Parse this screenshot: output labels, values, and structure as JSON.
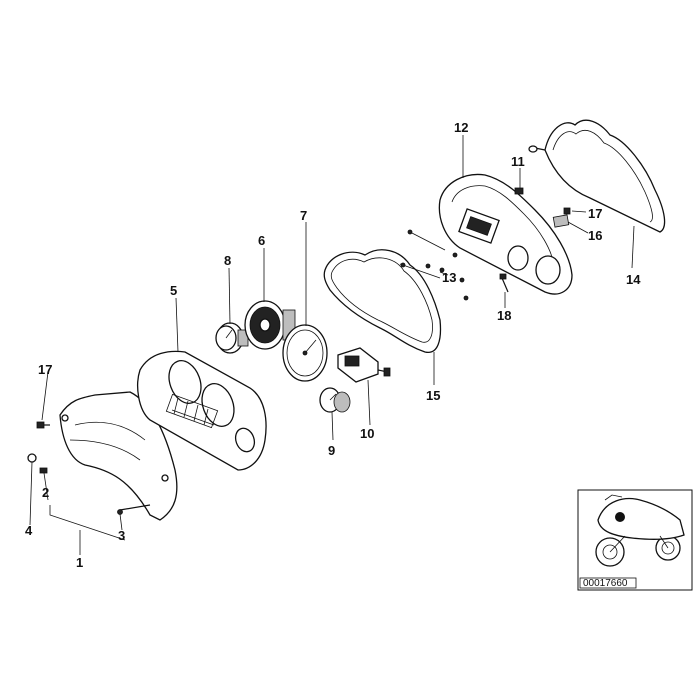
{
  "diagram": {
    "part_number": "00017660",
    "callouts": {
      "c1": "1",
      "c2": "2",
      "c3": "3",
      "c4": "4",
      "c5": "5",
      "c6": "6",
      "c7": "7",
      "c8": "8",
      "c9": "9",
      "c10": "10",
      "c11": "11",
      "c12": "12",
      "c13": "13",
      "c14": "14",
      "c15": "15",
      "c16": "16",
      "c17a": "17",
      "c17b": "17",
      "c18": "18"
    }
  }
}
